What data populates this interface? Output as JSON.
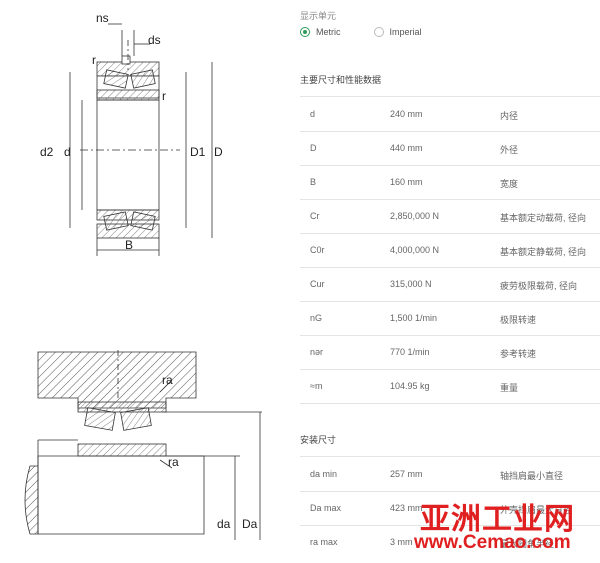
{
  "units": {
    "title": "显示单元",
    "options": [
      {
        "label": "Metric",
        "selected": true
      },
      {
        "label": "Imperial",
        "selected": false
      }
    ]
  },
  "main_dims": {
    "title": "主要尺寸和性能数据",
    "rows": [
      {
        "symbol": "d",
        "value": "240 mm",
        "desc": "内径"
      },
      {
        "symbol": "D",
        "value": "440 mm",
        "desc": "外径"
      },
      {
        "symbol": "B",
        "value": "160 mm",
        "desc": "宽度"
      },
      {
        "symbol": "Cr",
        "value": "2,850,000 N",
        "desc": "基本额定动载荷, 径向"
      },
      {
        "symbol": "C0r",
        "value": "4,000,000 N",
        "desc": "基本额定静载荷, 径向"
      },
      {
        "symbol": "Cur",
        "value": "315,000 N",
        "desc": "疲劳极限载荷, 径向"
      },
      {
        "symbol": "nG",
        "value": "1,500 1/min",
        "desc": "极限转速"
      },
      {
        "symbol": "nər",
        "value": "770 1/min",
        "desc": "参考转速"
      },
      {
        "symbol": "≈m",
        "value": "104.95 kg",
        "desc": "重量"
      }
    ]
  },
  "install_dims": {
    "title": "安装尺寸",
    "rows": [
      {
        "symbol": "da min",
        "value": "257 mm",
        "desc": "轴挡肩最小直径"
      },
      {
        "symbol": "Da max",
        "value": "423 mm",
        "desc": "外壳挡肩最大直径"
      },
      {
        "symbol": "ra max",
        "value": "3 mm",
        "desc": "最大圆角半径"
      }
    ]
  },
  "drawing_labels": {
    "ns": "ns",
    "ds": "ds",
    "r1": "r",
    "r2": "r",
    "d2": "d2",
    "d": "d",
    "D1": "D1",
    "D": "D",
    "B": "B",
    "ra1": "ra",
    "ra2": "ra",
    "da": "da",
    "Da": "Da"
  },
  "watermark": {
    "cn": "亚洲工业网",
    "url": "www.Cemao.com"
  },
  "colors": {
    "accent": "#2e9a5a",
    "watermark": "#e02020"
  }
}
